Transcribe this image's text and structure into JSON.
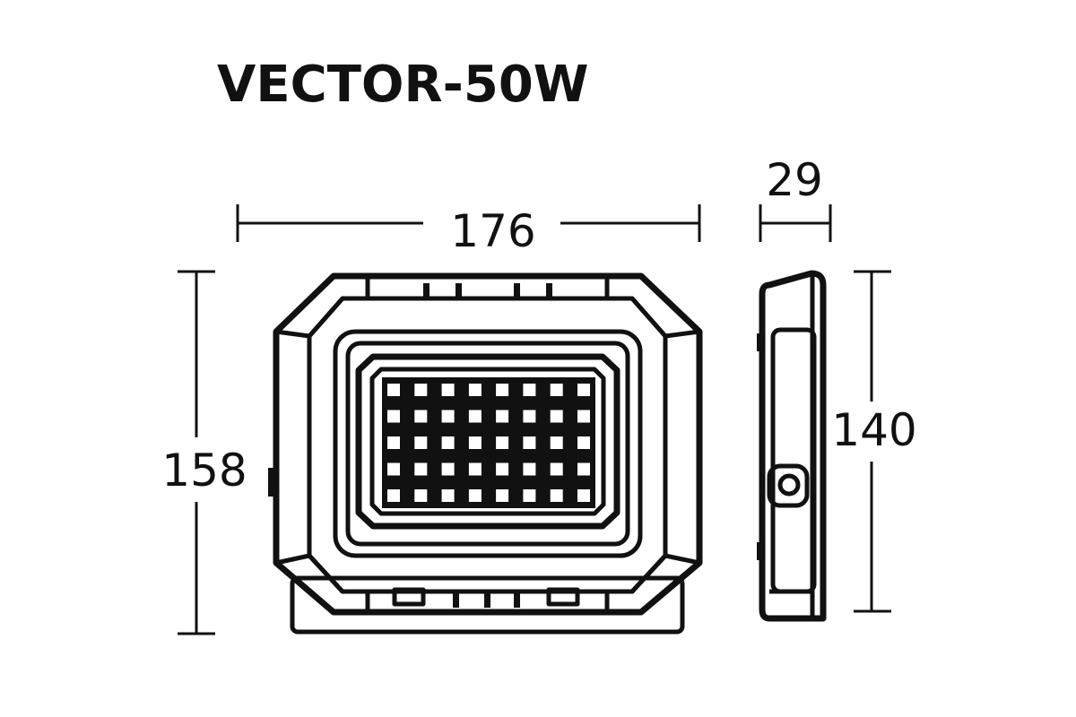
{
  "title": "VECTOR-50W",
  "dimensions": {
    "width": "176",
    "height": "158",
    "depth": "29",
    "side_height": "140"
  }
}
